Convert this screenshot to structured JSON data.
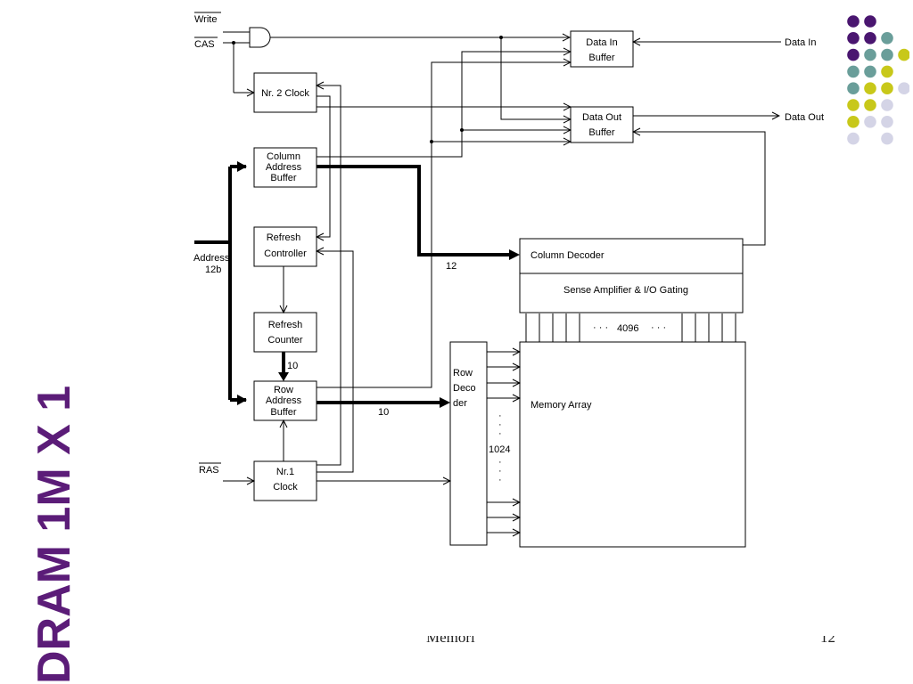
{
  "slide": {
    "title": "DRAM 1M X 1",
    "footer": "Memori",
    "page_number": "12"
  },
  "signals": {
    "write": "Write",
    "cas": "CAS",
    "ras": "RAS",
    "address": "Address",
    "address_width": "12b",
    "data_in": "Data In",
    "data_out": "Data Out"
  },
  "blocks": {
    "nr2_clock": "Nr. 2 Clock",
    "column_address_buffer": [
      "Column",
      "Address",
      "Buffer"
    ],
    "refresh_controller": [
      "Refresh",
      "Controller"
    ],
    "refresh_counter": [
      "Refresh",
      "Counter"
    ],
    "row_address_buffer": [
      "Row",
      "Address",
      "Buffer"
    ],
    "nr1_clock": [
      "Nr.1",
      "Clock"
    ],
    "data_in_buffer": [
      "Data In",
      "Buffer"
    ],
    "data_out_buffer": [
      "Data Out",
      "Buffer"
    ],
    "column_decoder": "Column Decoder",
    "sense_amplifier": "Sense Amplifier & I/O Gating",
    "row_decoder": [
      "Row",
      "Deco",
      "der"
    ],
    "memory_array": "Memory Array"
  },
  "bus_labels": {
    "column_bits": "12",
    "row_bits": "10",
    "refresh_bits": "10",
    "columns": "4096",
    "rows": "1024",
    "ellipsis": "· · ·"
  },
  "decoration": {
    "colors": {
      "title": "#5b1c78",
      "purple": "#4a1670",
      "teal": "#6a9e9a",
      "yellow": "#c8c81a",
      "lavender": "#d4d4e6"
    },
    "dot_grid": [
      [
        "",
        "purple",
        "purple",
        "",
        ""
      ],
      [
        "",
        "purple",
        "purple",
        "teal",
        ""
      ],
      [
        "",
        "purple",
        "teal",
        "teal",
        "yellow"
      ],
      [
        "",
        "teal",
        "teal",
        "yellow",
        ""
      ],
      [
        "",
        "teal",
        "yellow",
        "yellow",
        "lavender"
      ],
      [
        "",
        "yellow",
        "yellow",
        "lavender",
        ""
      ],
      [
        "",
        "yellow",
        "lavender",
        "lavender",
        ""
      ],
      [
        "",
        "lavender",
        "",
        "lavender",
        ""
      ]
    ]
  }
}
